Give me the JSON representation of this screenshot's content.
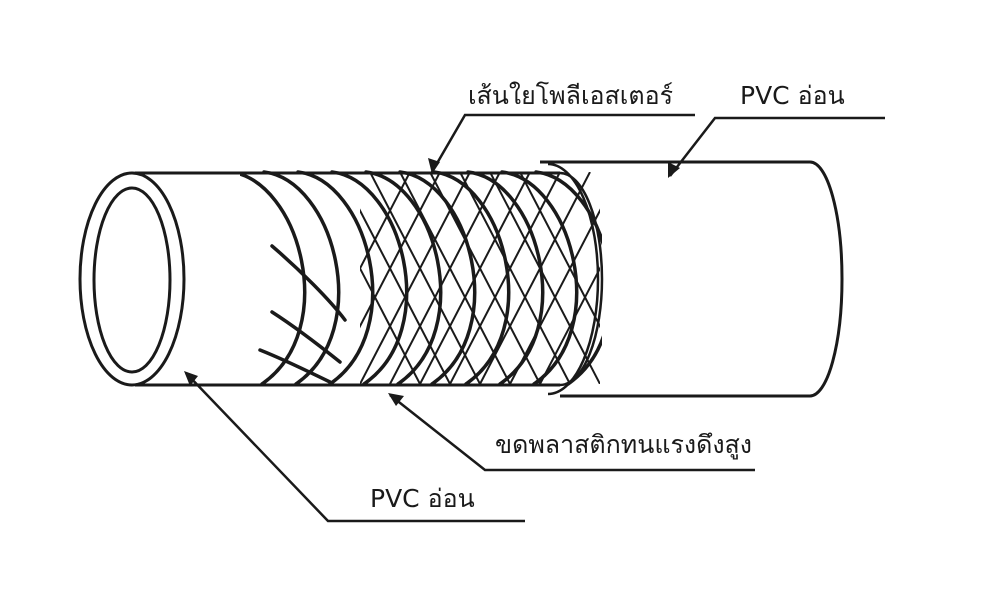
{
  "labels": {
    "polyester_fiber": "เส้นใยโพลีเอสเตอร์",
    "pvc_outer": "PVC อ่อน",
    "helix_wire": "ขดพลาสติกทนแรงดึงสูง",
    "pvc_inner": "PVC อ่อน"
  },
  "colors": {
    "stroke": "#1a1a1a",
    "background": "#ffffff"
  }
}
